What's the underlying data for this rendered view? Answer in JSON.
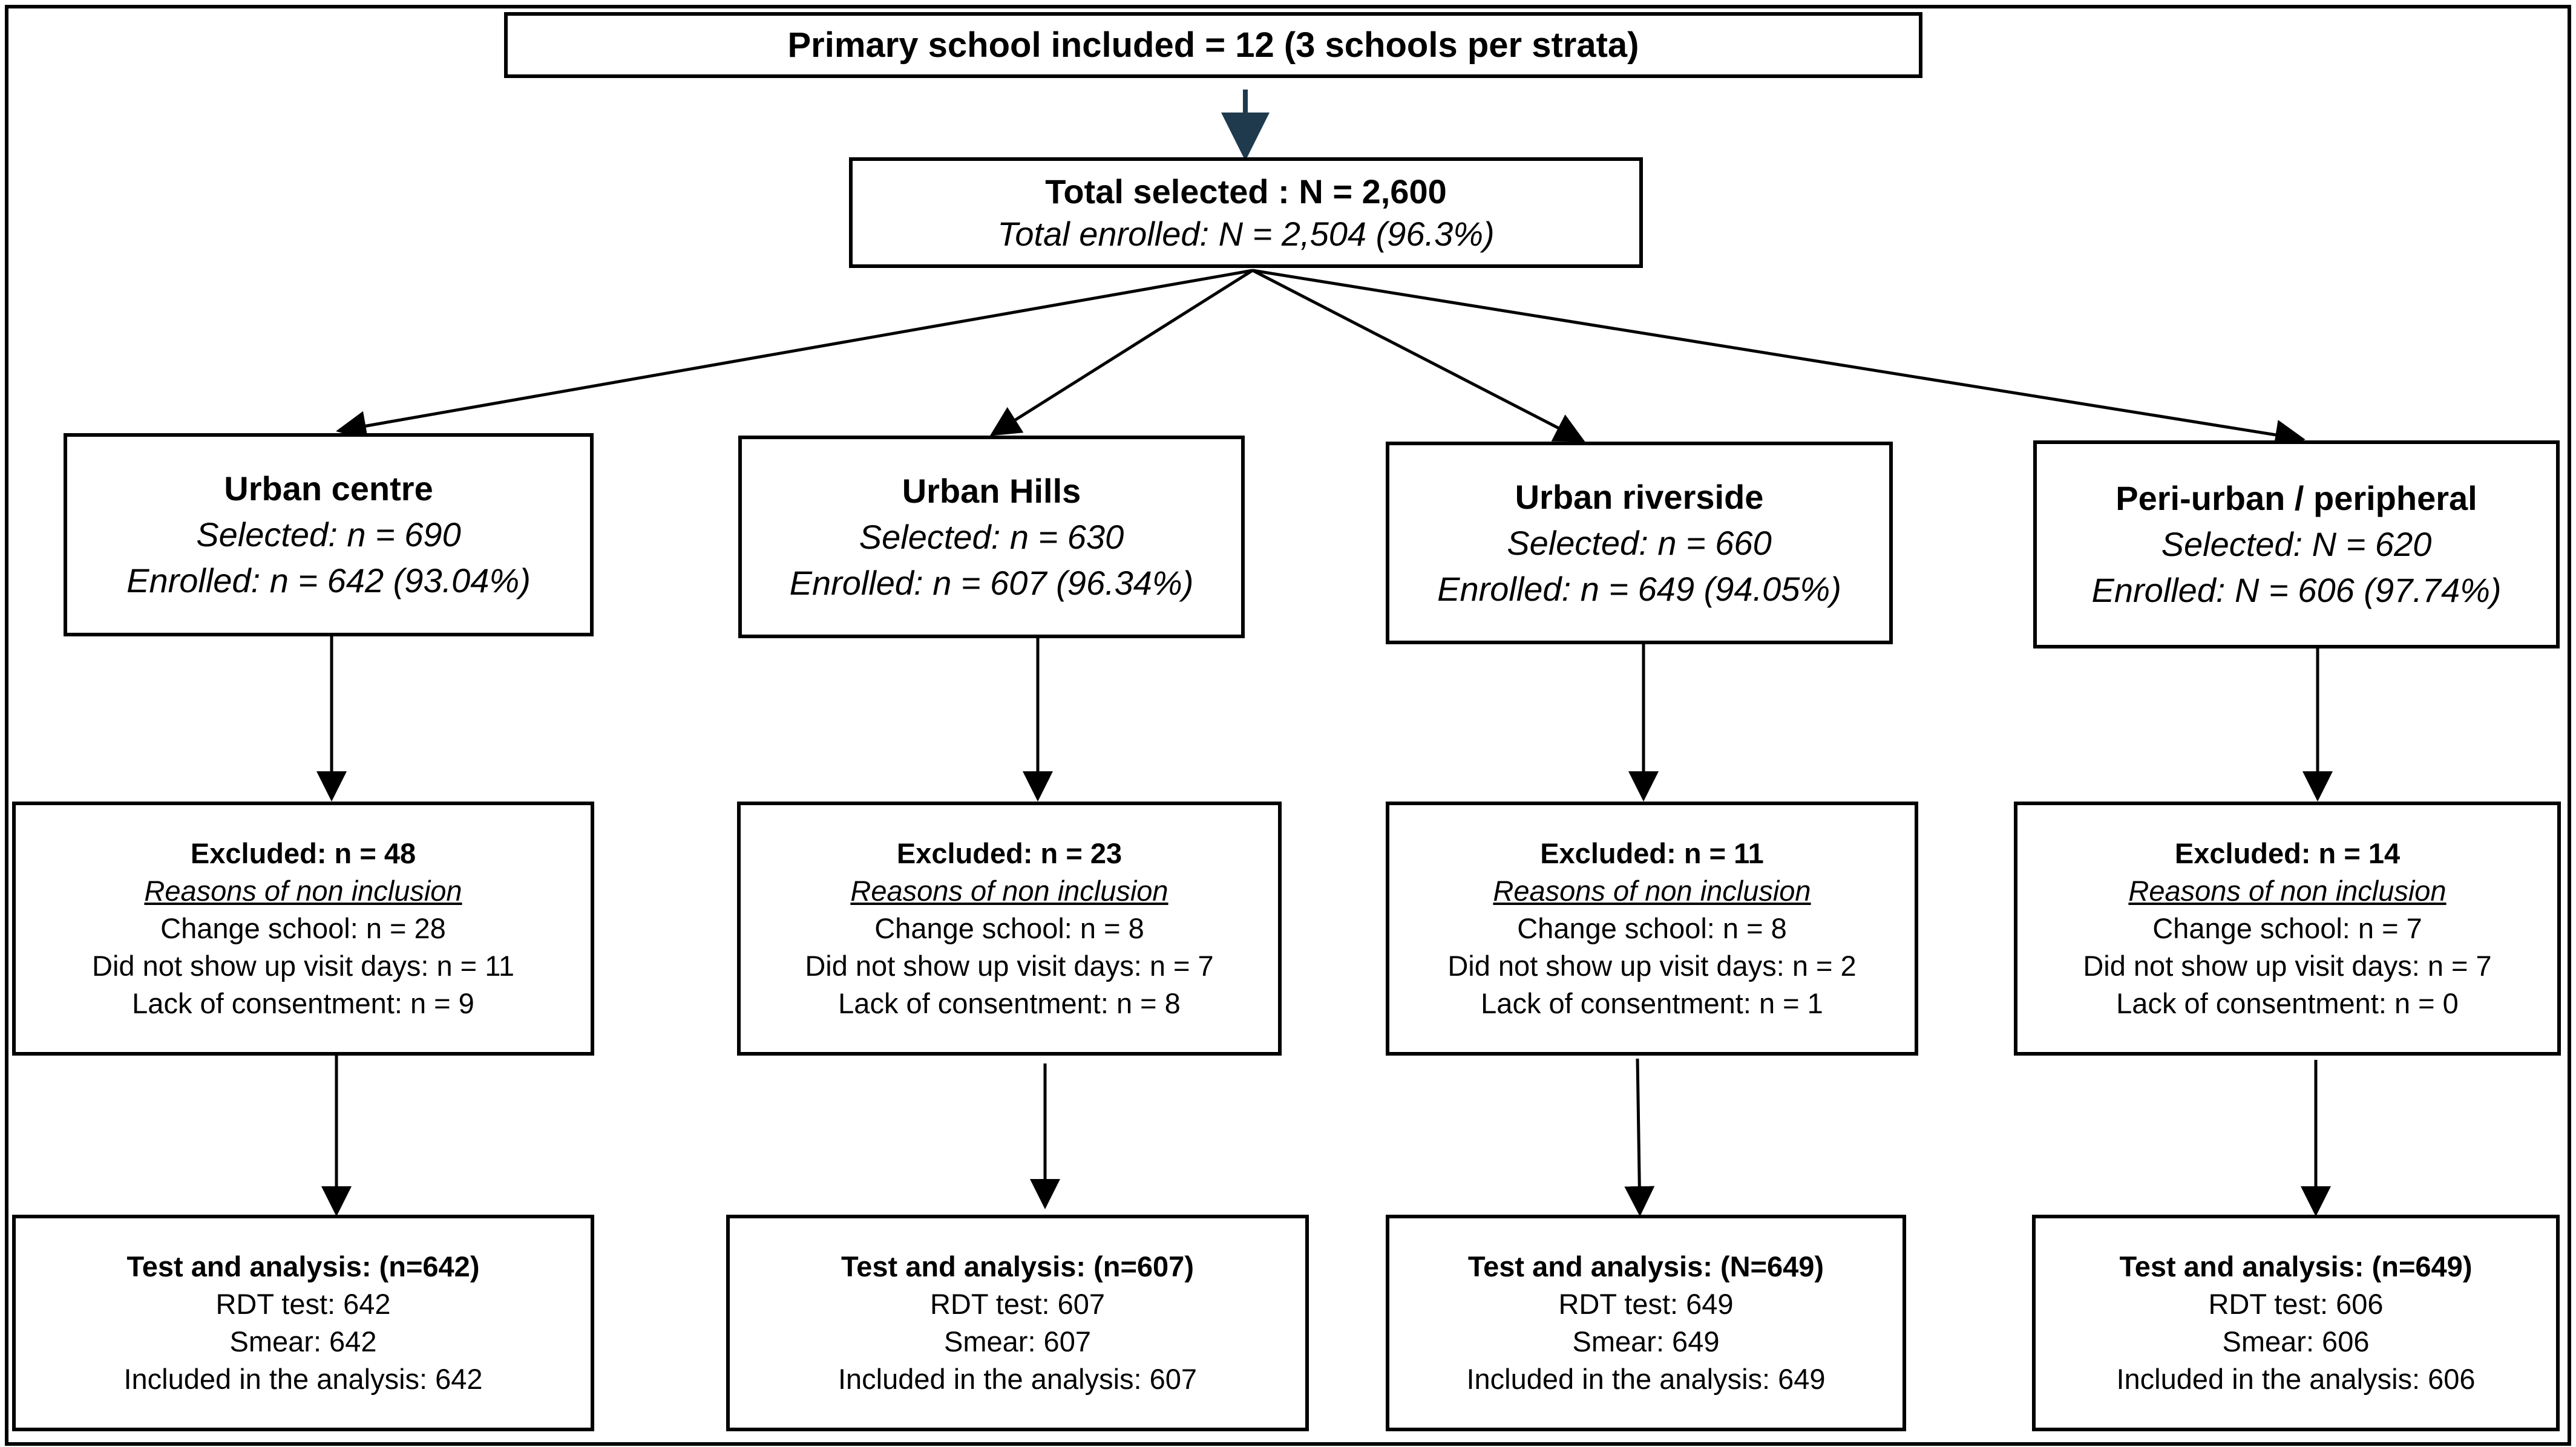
{
  "top": {
    "text": "Primary school included = 12 (3 schools per strata)"
  },
  "total": {
    "selected": "Total selected : N = 2,600",
    "enrolled": "Total enrolled: N = 2,504 (96.3%)"
  },
  "strata": [
    {
      "name": "Urban centre",
      "selected": "Selected: n = 690",
      "enrolled": "Enrolled: n = 642 (93.04%)",
      "excluded": "Excluded: n = 48",
      "reasons_title": "Reasons of non inclusion",
      "change_school": "Change school: n = 28",
      "no_show": "Did not show up visit days: n = 11",
      "consent": "Lack of consentment:  n = 9",
      "test_title": "Test and analysis: (n=642)",
      "rdt": "RDT test: 642",
      "smear": "Smear: 642",
      "included": "Included in the analysis: 642"
    },
    {
      "name": "Urban Hills",
      "selected": "Selected: n = 630",
      "enrolled": "Enrolled: n = 607 (96.34%)",
      "excluded": "Excluded: n = 23",
      "reasons_title": "Reasons of non inclusion",
      "change_school": "Change school: n = 8",
      "no_show": "Did not show up visit days: n = 7",
      "consent": "Lack of consentment: n = 8",
      "test_title": "Test and analysis: (n=607)",
      "rdt": "RDT test: 607",
      "smear": "Smear: 607",
      "included": "Included in the analysis: 607"
    },
    {
      "name": "Urban riverside",
      "selected": "Selected: n = 660",
      "enrolled": "Enrolled: n = 649 (94.05%)",
      "excluded": "Excluded: n = 11",
      "reasons_title": "Reasons of non inclusion",
      "change_school": "Change school: n = 8",
      "no_show": "Did not show up visit days: n = 2",
      "consent": "Lack of consentment: n = 1",
      "test_title": "Test and analysis: (N=649)",
      "rdt": "RDT test: 649",
      "smear": "Smear: 649",
      "included": "Included in the analysis: 649"
    },
    {
      "name": "Peri-urban / peripheral",
      "selected": "Selected: N = 620",
      "enrolled": "Enrolled: N = 606 (97.74%)",
      "excluded": "Excluded: n = 14",
      "reasons_title": "Reasons of non inclusion",
      "change_school": "Change school: n = 7",
      "no_show": "Did not show up visit days: n = 7",
      "consent": "Lack of consentment: n = 0",
      "test_title": "Test and analysis: (n=649)",
      "rdt": "RDT test: 606",
      "smear": "Smear: 606",
      "included": "Included in the analysis: 606"
    }
  ]
}
